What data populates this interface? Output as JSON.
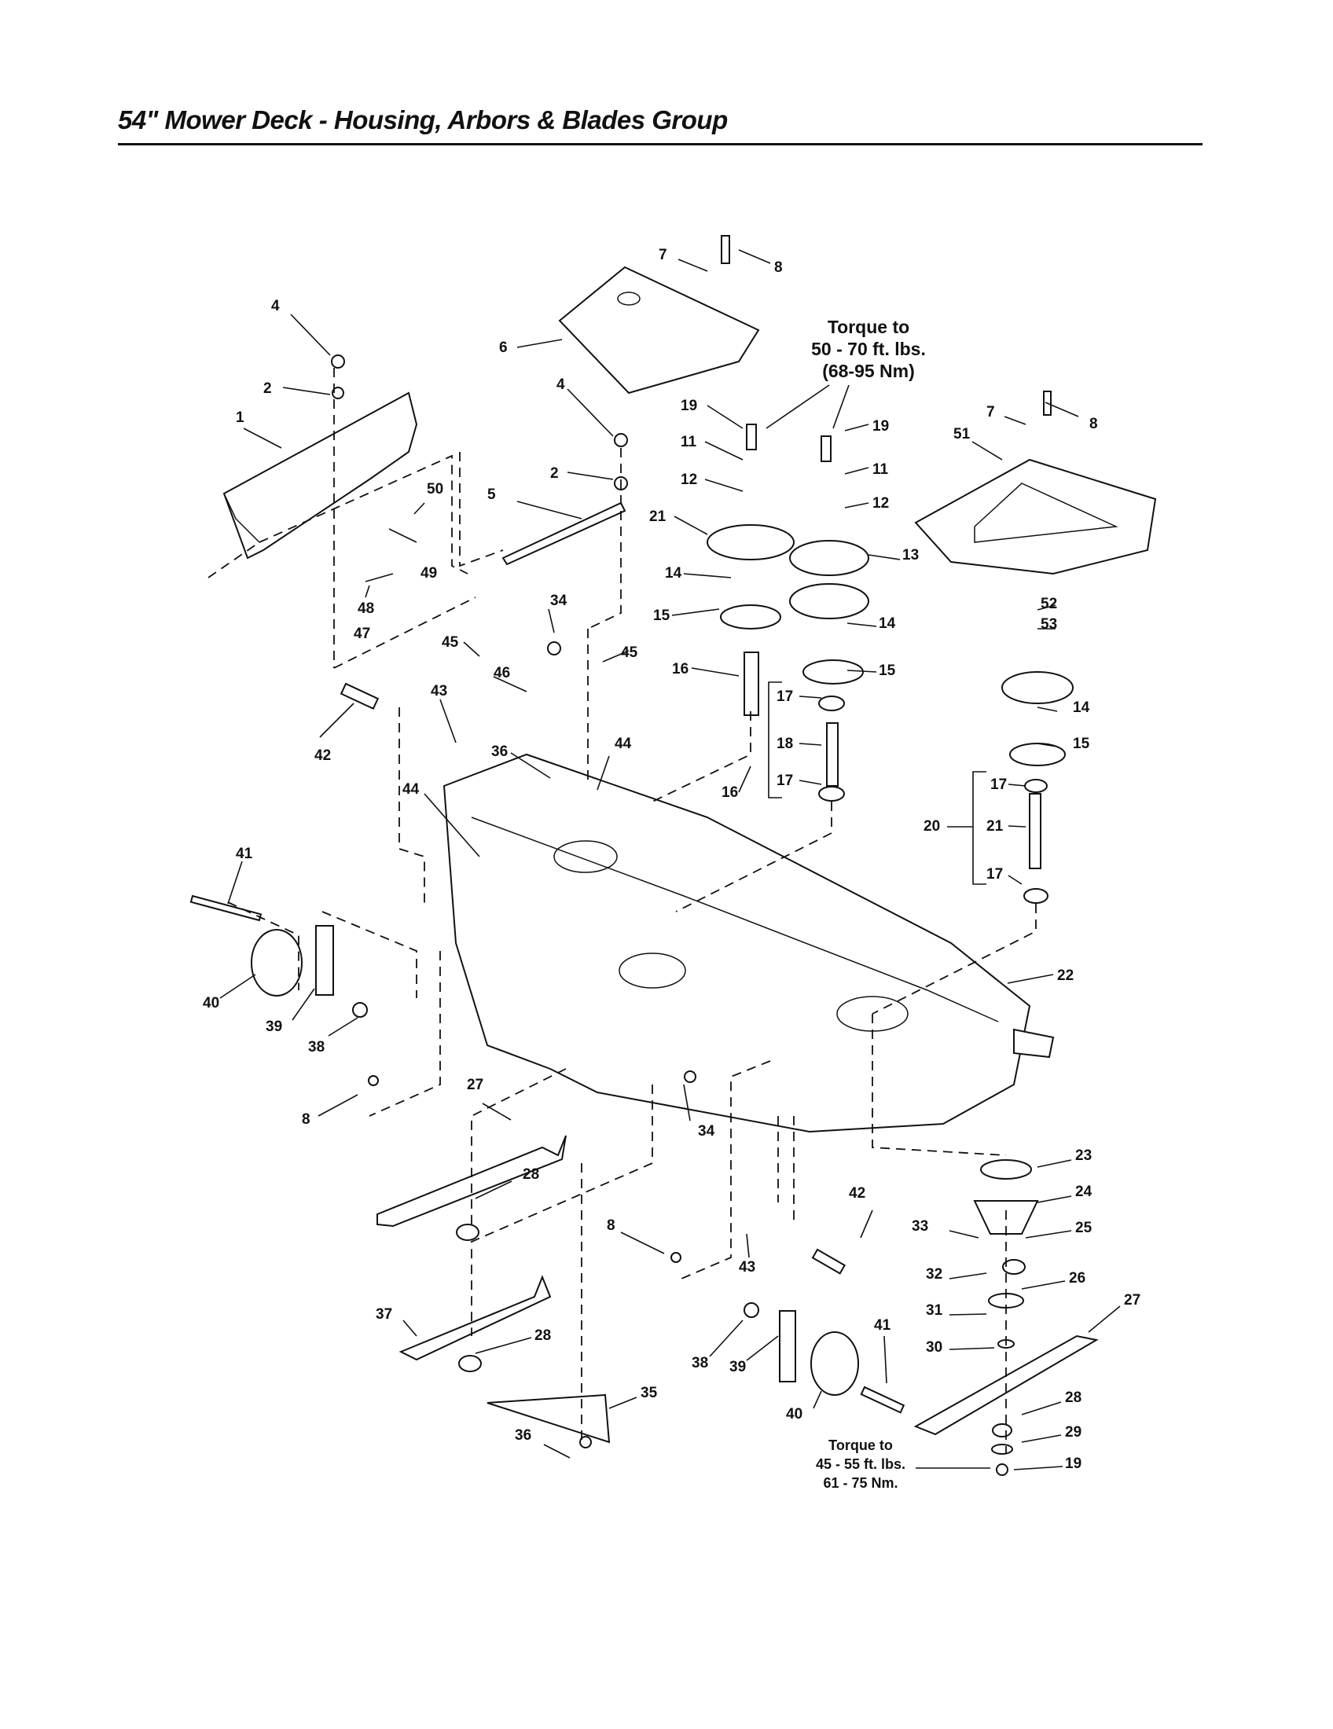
{
  "title": "54\" Mower Deck - Housing, Arbors & Blades Group",
  "torque_upper": [
    "Torque to",
    "50 - 70 ft. lbs.",
    "(68-95 Nm)"
  ],
  "torque_lower": [
    "Torque to",
    "45 - 55 ft. lbs.",
    "61 - 75 Nm."
  ],
  "callouts": [
    "1",
    "2",
    "4",
    "5",
    "6",
    "7",
    "8",
    "2",
    "4",
    "19",
    "11",
    "12",
    "21",
    "14",
    "15",
    "16",
    "19",
    "11",
    "12",
    "13",
    "14",
    "15",
    "17",
    "18",
    "17",
    "16",
    "7",
    "8",
    "51",
    "52",
    "53",
    "14",
    "15",
    "17",
    "21",
    "20",
    "17",
    "22",
    "50",
    "49",
    "48",
    "47",
    "34",
    "45",
    "46",
    "45",
    "43",
    "42",
    "36",
    "44",
    "44",
    "41",
    "40",
    "39",
    "38",
    "8",
    "27",
    "34",
    "28",
    "42",
    "8",
    "43",
    "37",
    "28",
    "38",
    "39",
    "35",
    "36",
    "40",
    "41",
    "23",
    "24",
    "25",
    "33",
    "32",
    "26",
    "31",
    "27",
    "30",
    "28",
    "29",
    "19"
  ]
}
